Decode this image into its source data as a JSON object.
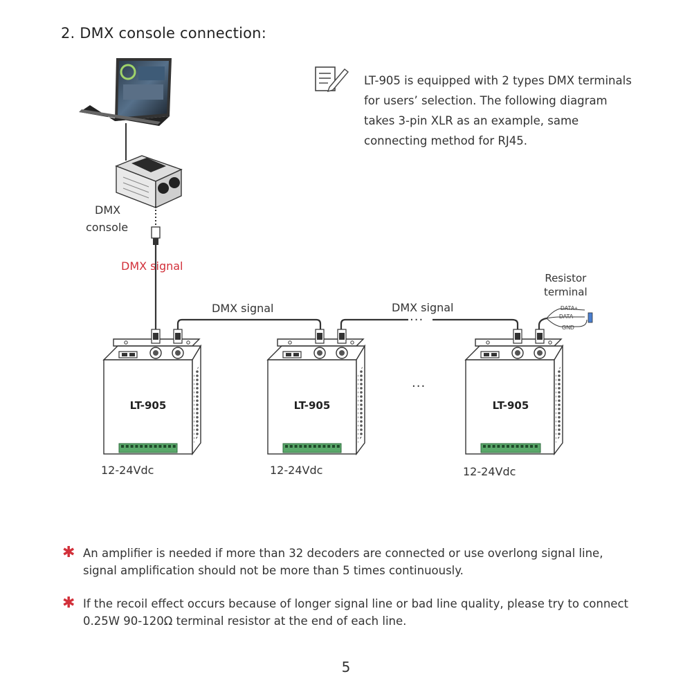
{
  "heading": "2. DMX console connection:",
  "note": {
    "icon": "notepad-pencil-icon",
    "text": "LT-905 is equipped with 2 types DMX terminals for users’ selection. The following diagram takes 3-pin XLR as an example, same connecting method for RJ45."
  },
  "console": {
    "label_line1": "DMX",
    "label_line2": "console"
  },
  "signals": {
    "console_signal": "DMX signal",
    "link1": "DMX signal",
    "link2": "DMX signal",
    "ellipsis_top": "···",
    "ellipsis_mid": "···"
  },
  "resistor": {
    "label_line1": "Resistor",
    "label_line2": "terminal",
    "pins": [
      "DATA+",
      "DATA-",
      "GND"
    ]
  },
  "decoders": [
    {
      "model": "LT-905",
      "power": "12-24Vdc"
    },
    {
      "model": "LT-905",
      "power": "12-24Vdc"
    },
    {
      "model": "LT-905",
      "power": "12-24Vdc"
    }
  ],
  "footnotes": [
    "An amplifier is needed if more than 32 decoders are connected or use overlong signal line, signal amplification should not be more than 5 times continuously.",
    "If the recoil effect occurs because of longer signal line or bad line quality, please try to connect 0.25W 90-120Ω terminal resistor at the end of each line."
  ],
  "page_number": "5",
  "colors": {
    "accent": "#d2303a",
    "text": "#333333",
    "device_outline": "#333333",
    "terminal_green": "#5aa86a"
  }
}
